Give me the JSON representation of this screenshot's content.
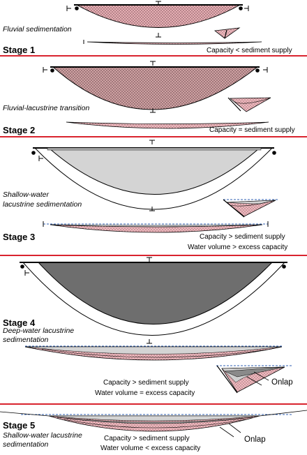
{
  "colors": {
    "separator": "#d9232e",
    "sediment_fill": "#f0b9bf",
    "dot": "#3a1f22",
    "stage1_basin": "#e6aeb4",
    "stage2_basin": "#cfa1a3",
    "shallow_water": "#d4d4d4",
    "deep_water": "#6e6e6e",
    "water_line": "#2f5fb3"
  },
  "stage1": {
    "label": "Stage 1",
    "caption": "Fluvial sedimentation",
    "condition": "Capacity < sediment supply"
  },
  "stage2": {
    "label": "Stage 2",
    "caption": "Fluvial-lacustrine transition",
    "condition": "Capacity = sediment supply"
  },
  "stage3": {
    "label": "Stage 3",
    "caption_line1": "Shallow-water",
    "caption_line2": "lacustrine sedimentation",
    "condition1": "Capacity > sediment supply",
    "condition2": "Water volume > excess capacity"
  },
  "stage4": {
    "label": "Stage 4",
    "caption_line1": "Deep-water lacustrine",
    "caption_line2": "sedimentation",
    "condition1": "Capacity > sediment supply",
    "condition2": "Water volume = excess capacity",
    "onlap": "Onlap"
  },
  "stage5": {
    "label": "Stage 5",
    "caption_line1": "Shallow-water lacustrine",
    "caption_line2": "sedimentation",
    "condition1": "Capacity > sediment supply",
    "condition2": "Water volume < excess capacity",
    "onlap": "Onlap"
  }
}
